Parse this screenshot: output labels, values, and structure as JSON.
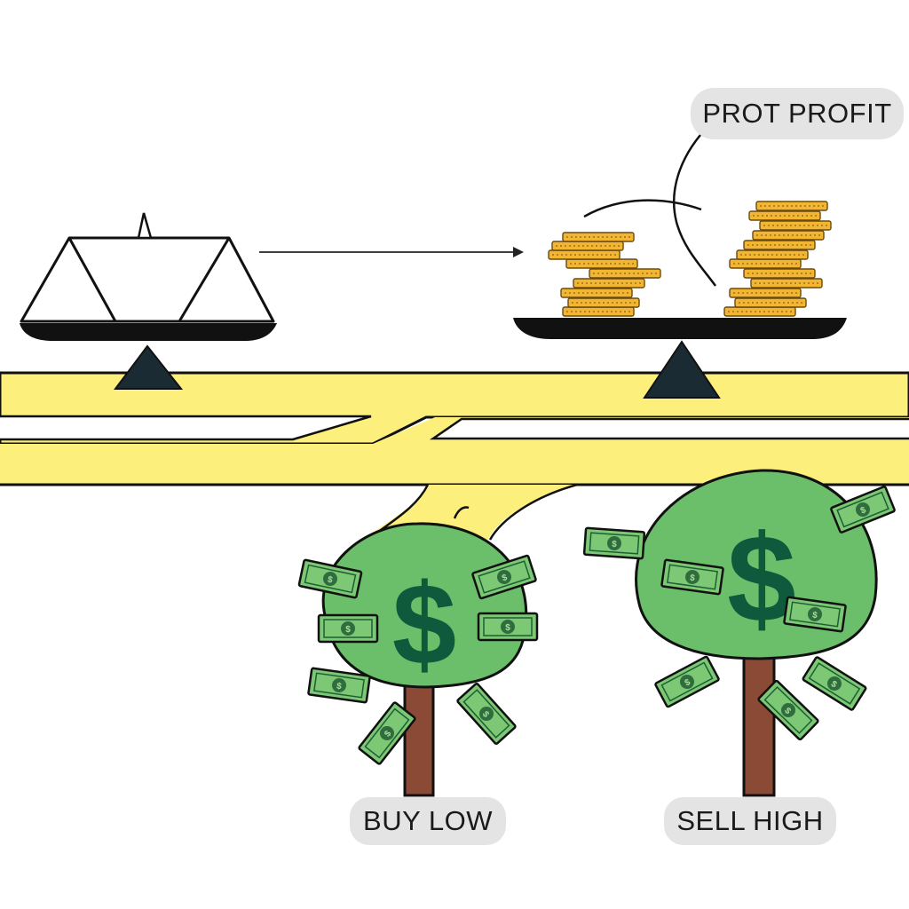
{
  "labels": {
    "profit": "PROT PROFIT",
    "buy": "BUY LOW",
    "sell": "SELL HIGH"
  },
  "icons": {
    "left_scale": "balance-scale-icon",
    "right_scale": "balance-scale-icon",
    "coins": "coin-stack-icon",
    "tree": "money-tree-icon",
    "banknote": "dollar-bill-icon",
    "arrow": "arrow-right-icon"
  },
  "colors": {
    "road": "#fcef7c",
    "outline": "#111111",
    "foliage": "#6cbf6a",
    "foliage_dark": "#0f5a3c",
    "trunk": "#8b4a35",
    "bill": "#74c46e",
    "coin": "#f2b632",
    "pill": "#e4e4e4"
  }
}
